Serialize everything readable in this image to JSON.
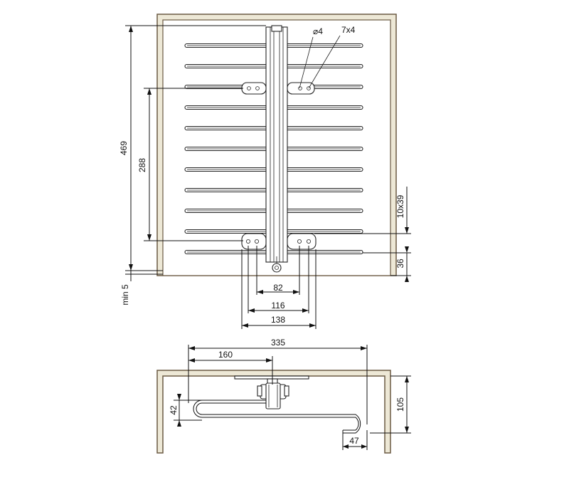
{
  "colors": {
    "frame_fill": "#ede8d6",
    "frame_stroke": "#6b5a44",
    "line": "#111111"
  },
  "top_view": {
    "bar_count": 11,
    "dimensions": {
      "overall_height": "469",
      "rail_length": "288",
      "bar_spacing": "10x39",
      "bottom_offset": "36",
      "min_clearance": "min 5",
      "hole_spacing_inner": "82",
      "hole_spacing_mid": "116",
      "plate_width": "138"
    },
    "callouts": {
      "hole_diameter": "⌀4",
      "screw": "7x4"
    }
  },
  "side_view": {
    "dimensions": {
      "total_depth": "335",
      "mount_offset": "160",
      "loop_height": "42",
      "total_height": "105",
      "end_offset": "47"
    }
  }
}
